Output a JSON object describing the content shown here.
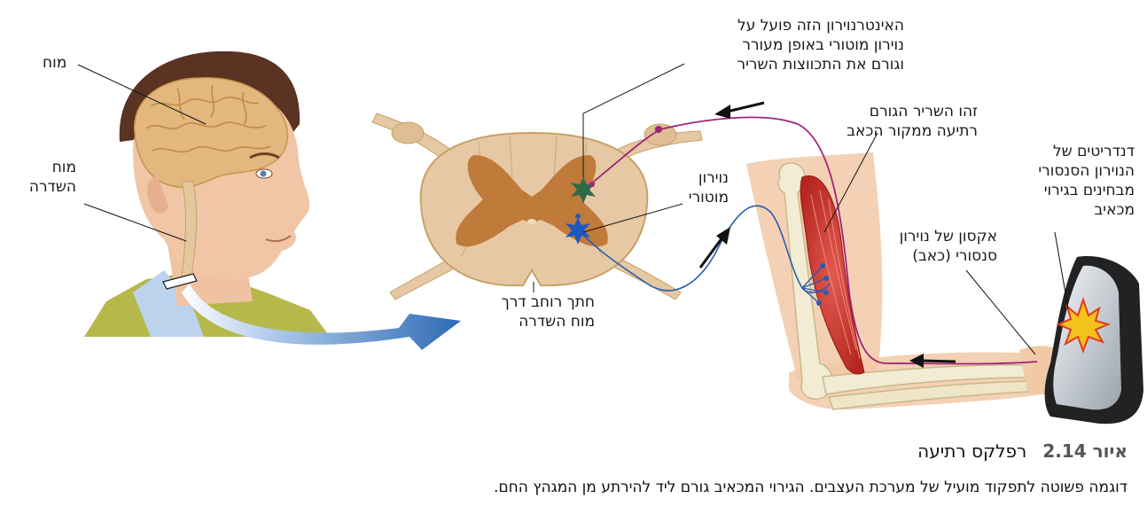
{
  "labels": {
    "brain": "מוח",
    "spinal_cord_line1": "מוח",
    "spinal_cord_line2": "השדרה",
    "interneuron_line1": "האינטרנוירון הזה פועל על",
    "interneuron_line2": "נוירון מוטורי באופן מעורר",
    "interneuron_line3": "וגורם את התכווצות השריר",
    "motor_neuron_line1": "נוירון",
    "motor_neuron_line2": "מוטורי",
    "muscle_line1": "זהו השריר הגורם",
    "muscle_line2": "רתיעה ממקור הכאב",
    "dendrites_line1": "דנדריטים של",
    "dendrites_line2": "הנוירון הסנסורי",
    "dendrites_line3": "מבחינים בגירוי",
    "dendrites_line4": "מכאיב",
    "sensory_axon_line1": "אקסון של נוירון",
    "sensory_axon_line2": "סנסורי (כאב)",
    "cross_section_line1": "חתך רוחב דרך",
    "cross_section_line2": "מוח השדרה"
  },
  "caption": {
    "figure_number": "איור 2.14",
    "title": "רפלקס רתיעה",
    "text": "דוגמה פשוטה לתפקוד מועיל של מערכת העצבים. הגירוי המכאיב גורם ליד להירתע מן המגהץ החם."
  },
  "colors": {
    "motor_path": "#a0237a",
    "sensory_path": "#2a5db0",
    "interneuron": "#2e6b4a",
    "big_arrow": "#2d6bb3",
    "gray_matter": "#c07a3a",
    "white_matter": "#e6c9a4",
    "muscle": "#d23a3a",
    "skin": "#f2c9a7",
    "brain": "#e3b77d"
  }
}
